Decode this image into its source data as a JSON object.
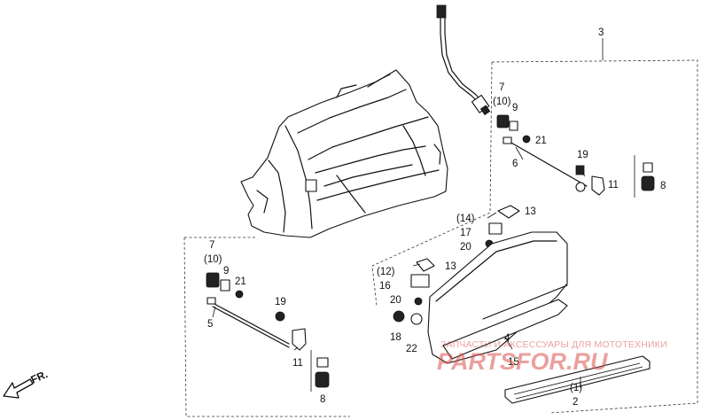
{
  "callouts": [
    {
      "label": "3"
    },
    {
      "label": "7"
    },
    {
      "label": "(10)"
    },
    {
      "label": "9"
    },
    {
      "label": "21"
    },
    {
      "label": "6"
    },
    {
      "label": "19"
    },
    {
      "label": "11"
    },
    {
      "label": "8"
    },
    {
      "label": "13"
    },
    {
      "label": "(14)"
    },
    {
      "label": "17"
    },
    {
      "label": "20"
    },
    {
      "label": "7"
    },
    {
      "label": "(10)"
    },
    {
      "label": "9"
    },
    {
      "label": "21"
    },
    {
      "label": "5"
    },
    {
      "label": "19"
    },
    {
      "label": "11"
    },
    {
      "label": "8"
    },
    {
      "label": "(12)"
    },
    {
      "label": "16"
    },
    {
      "label": "13"
    },
    {
      "label": "20"
    },
    {
      "label": "18"
    },
    {
      "label": "22"
    },
    {
      "label": "4"
    },
    {
      "label": "15"
    },
    {
      "label": "(1)"
    },
    {
      "label": "2"
    }
  ],
  "direction_label": "FR.",
  "watermark": {
    "text": "ЗАПЧАСТИ И АКСЕССУАРЫ ДЛЯ МОТОТЕХНИКИ",
    "logo": "PARTSFOR.RU",
    "color": "#d9534f"
  }
}
